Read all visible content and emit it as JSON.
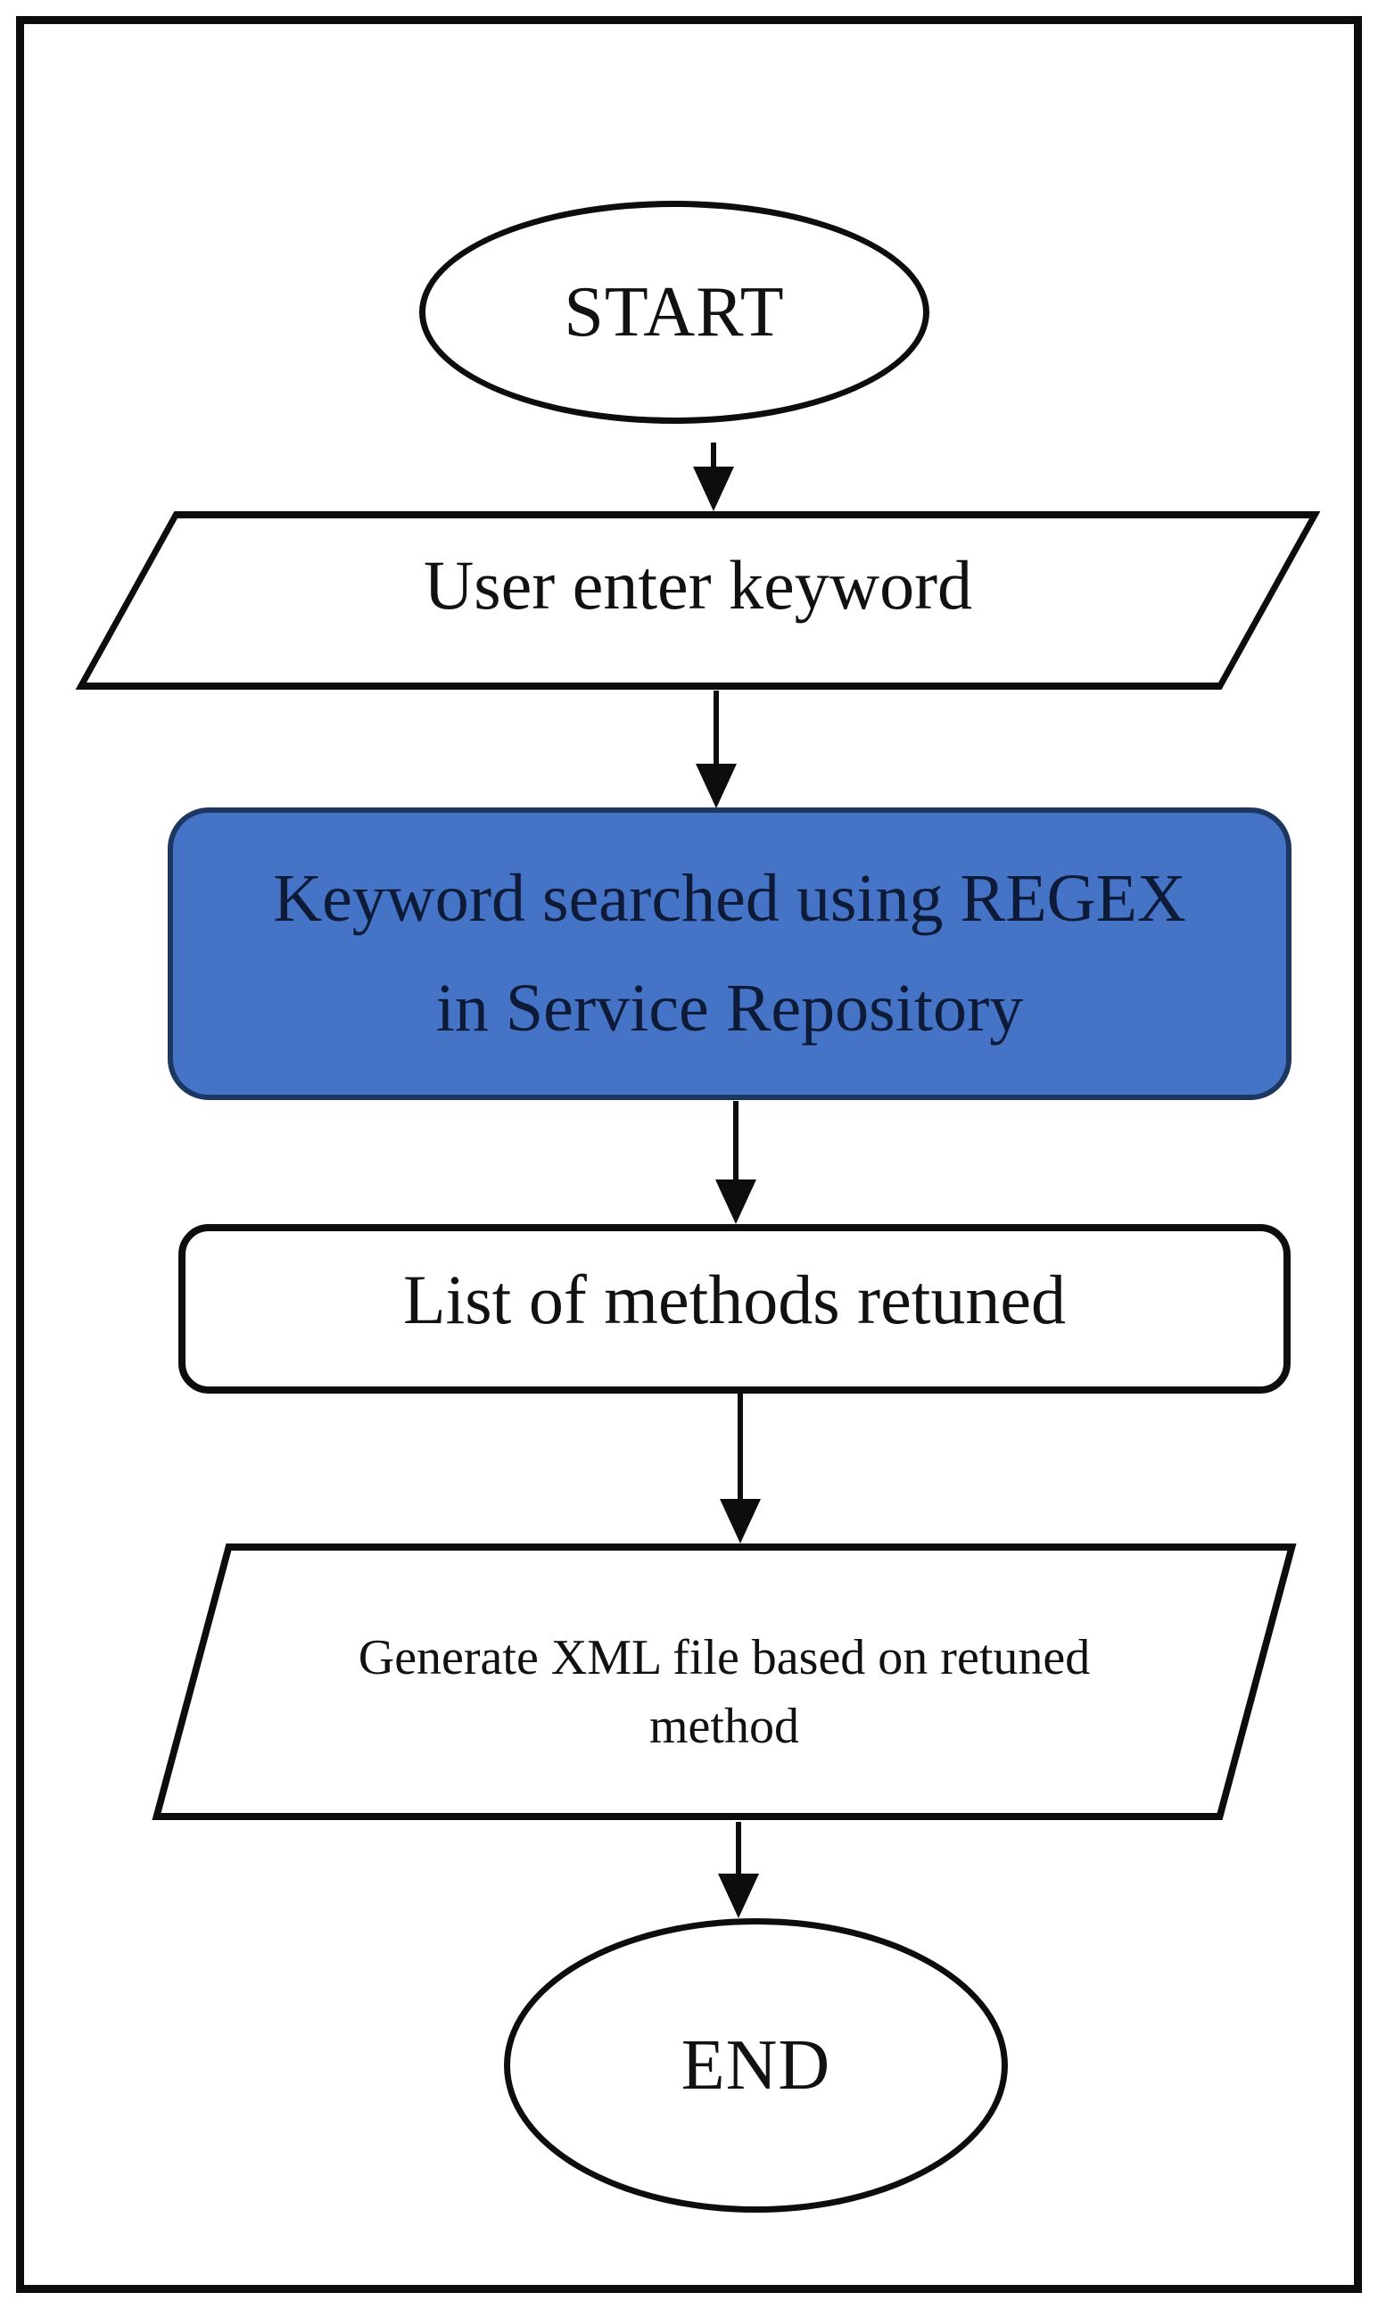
{
  "diagram": {
    "type": "flowchart",
    "background_color": "#ffffff",
    "frame_color": "#0d0d0d",
    "line_color": "#0d0d0d",
    "highlight_fill": "#4573c5",
    "highlight_border": "#1d3763",
    "highlight_text_color": "#0d1b38",
    "text_color": "#111111",
    "nodes": [
      {
        "id": "start",
        "shape": "terminator",
        "label": "START"
      },
      {
        "id": "user-enter-keyword",
        "shape": "input-output",
        "label": "User enter keyword"
      },
      {
        "id": "keyword-searched",
        "shape": "process",
        "lines": [
          "Keyword searched using REGEX",
          "in Service Repository"
        ]
      },
      {
        "id": "list-of-methods",
        "shape": "process",
        "label": "List of methods retuned"
      },
      {
        "id": "generate-xml",
        "shape": "input-output",
        "lines": [
          "Generate XML file based on retuned",
          "method"
        ]
      },
      {
        "id": "end",
        "shape": "terminator",
        "label": "END"
      }
    ],
    "edges": [
      {
        "from": "start",
        "to": "user-enter-keyword"
      },
      {
        "from": "user-enter-keyword",
        "to": "keyword-searched"
      },
      {
        "from": "keyword-searched",
        "to": "list-of-methods"
      },
      {
        "from": "list-of-methods",
        "to": "generate-xml"
      },
      {
        "from": "generate-xml",
        "to": "end"
      }
    ]
  }
}
